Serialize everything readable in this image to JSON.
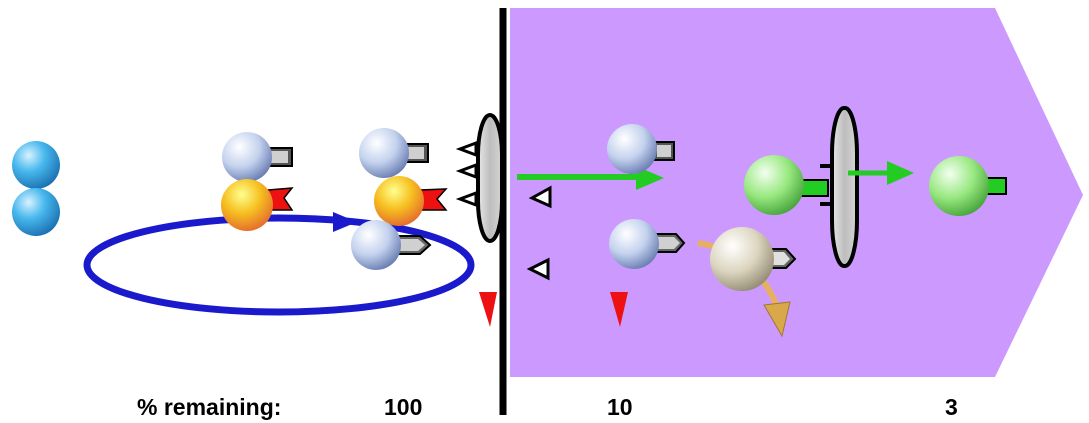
{
  "labels": {
    "remaining_caption": "% remaining:",
    "value_outside": "100",
    "value_middle": "10",
    "value_right": "3"
  },
  "colors": {
    "compartment": "#cc99ff",
    "membrane": "#000000",
    "cycle_arrow": "#1a1acc",
    "transport_arrow": "#22cc22",
    "red_marker": "#ee1111",
    "blue_ball": "#2fa8e0",
    "pale_blue_ball": "#b8c8e8",
    "yellow_ball": "#f2c020",
    "green_ball": "#88e070",
    "beige_ball": "#d8d0b8",
    "channel": "#cccccc",
    "tan_arrow": "#e6b060"
  },
  "icons": [
    "sphere-icon",
    "arrow-icon",
    "triangle-marker-icon",
    "channel-disk-icon"
  ]
}
